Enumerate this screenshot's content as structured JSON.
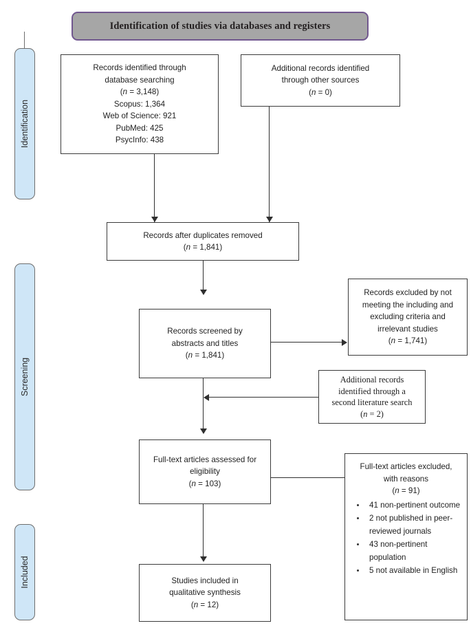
{
  "diagram": {
    "title": "Identification of studies via databases and registers",
    "stages": [
      {
        "label": "Identification"
      },
      {
        "label": "Screening"
      },
      {
        "label": "Included"
      }
    ],
    "boxes": {
      "records_identified": {
        "lines": [
          "Records identified through",
          "database searching",
          "(n = 3,148)",
          "Scopus: 1,364",
          "Web of Science: 921",
          "PubMed: 425",
          "PsycInfo: 438"
        ]
      },
      "additional_records_other": {
        "lines": [
          "Additional records identified",
          "through other sources",
          "(n = 0)"
        ]
      },
      "after_duplicates": {
        "lines": [
          "Records after duplicates removed",
          "(n = 1,841)"
        ]
      },
      "records_screened": {
        "lines": [
          "Records screened by",
          "abstracts and titles",
          "(n = 1,841)"
        ]
      },
      "records_excluded": {
        "lines": [
          "Records excluded by not",
          "meeting the including and",
          "excluding criteria and",
          "irrelevant studies",
          "(n = 1,741)"
        ]
      },
      "second_search": {
        "lines": [
          "Additional records",
          "identified through a",
          "second literature search",
          "(n = 2)"
        ]
      },
      "fulltext_assessed": {
        "lines": [
          "Full-text articles assessed for",
          "eligibility",
          "(n = 103)"
        ]
      },
      "fulltext_excluded": {
        "heading": [
          "Full-text articles excluded,",
          "with reasons",
          "(n = 91)"
        ],
        "reasons": [
          "41 non-pertinent outcome",
          "2 not published in peer-reviewed journals",
          "43 non-pertinent population",
          "5 not available in English"
        ]
      },
      "studies_included": {
        "lines": [
          "Studies included in",
          "qualitative synthesis",
          "(n = 12)"
        ]
      }
    },
    "colors": {
      "banner_fill": "#a6a6a6",
      "banner_border": "#71578f",
      "stage_fill": "#cfe6f7",
      "stage_border": "#6d6d6d",
      "box_border": "#3a3a3a",
      "connector": "#2f2f2f"
    }
  }
}
